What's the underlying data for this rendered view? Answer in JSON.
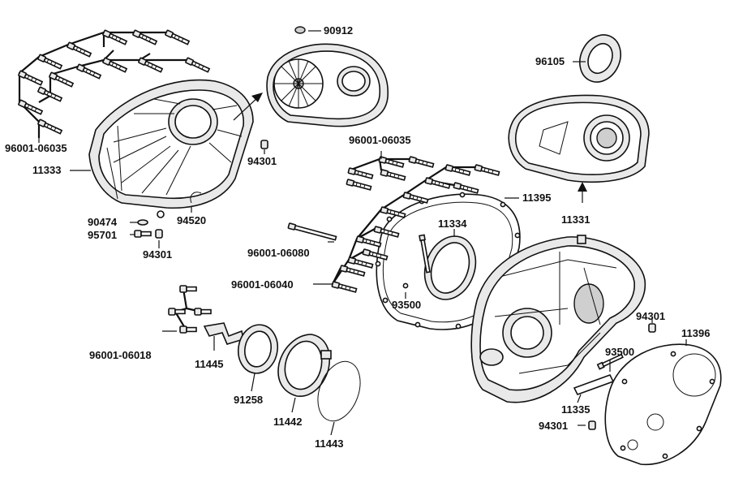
{
  "labels": {
    "l90912": "90912",
    "l96001_06035_a": "96001-06035",
    "l11333": "11333",
    "l94301_a": "94301",
    "l96105": "96105",
    "l96001_06035_b": "96001-06035",
    "l11395": "11395",
    "l11334": "11334",
    "l11331": "11331",
    "l90474": "90474",
    "l95701": "95701",
    "l94520": "94520",
    "l94301_b": "94301",
    "l96001_06080": "96001-06080",
    "l96001_06040": "96001-06040",
    "l93500_a": "93500",
    "l94301_c": "94301",
    "l11396": "11396",
    "l93500_b": "93500",
    "l96001_06018": "96001-06018",
    "l11445": "11445",
    "l91258": "91258",
    "l11442": "11442",
    "l11443": "11443",
    "l11335": "11335",
    "l94301_d": "94301"
  },
  "colors": {
    "line": "#111111",
    "fill": "#ffffff",
    "shade": "#e9e9e9"
  }
}
